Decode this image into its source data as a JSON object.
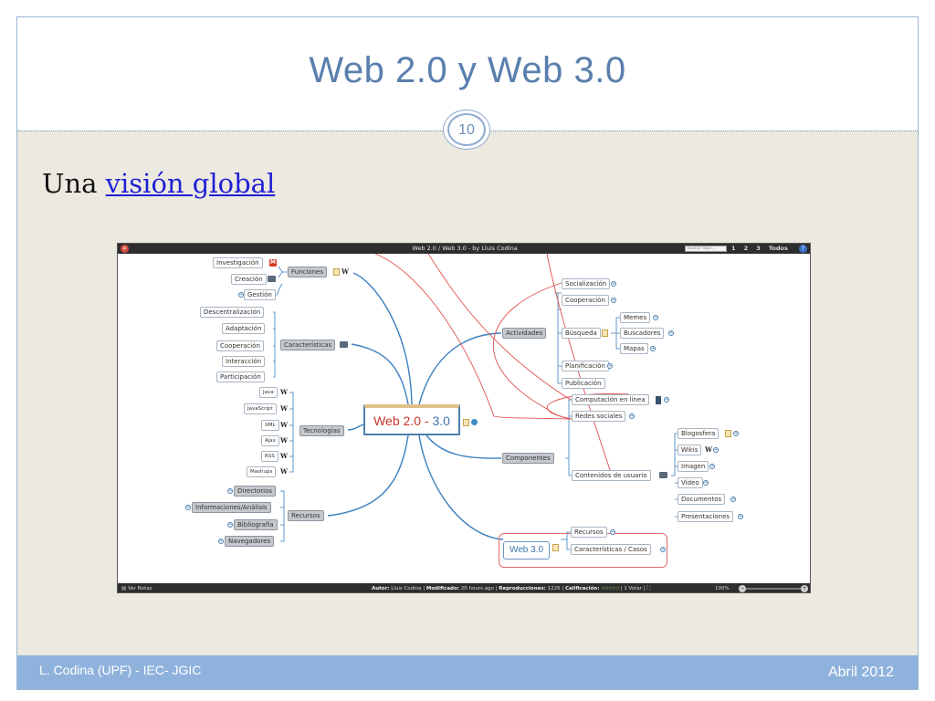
{
  "slide": {
    "title": "Web 2.0 y Web 3.0",
    "page_number": "10",
    "intro_prefix": "Una",
    "intro_link": "visión global",
    "footer_left": "L. Codina (UPF) - IEC- JGIC",
    "footer_right": "Abril 2012"
  },
  "viewer": {
    "title": "Web 2.0 / Web 3.0 - by Lluis Codina",
    "search_placeholder": "Buscar aquí...",
    "nav": [
      "1",
      "2",
      "3",
      "Todos"
    ],
    "notes": "Ver Notas",
    "author_label": "Autor:",
    "author": "Lluis Codina",
    "modified_label": "Modificado:",
    "modified": "20 hours ago",
    "plays_label": "Reproducciones:",
    "plays": "1226",
    "rating_label": "Calificación:",
    "rating_stars": "☆☆☆☆☆",
    "votes": "1 Votar",
    "zoom": "100%"
  },
  "mindmap": {
    "center_left": "Web 2.0",
    "center_sep": " - ",
    "center_right": "3.0",
    "funciones": {
      "label": "Funciones",
      "items": [
        "Investigación",
        "Creación",
        "Gestión"
      ]
    },
    "caracteristicas": {
      "label": "Características",
      "items": [
        "Descentralización",
        "Adaptación",
        "Cooperación",
        "Interacción",
        "Participación"
      ]
    },
    "tecnologias": {
      "label": "Tecnologías",
      "items": [
        "Java",
        "JavaScript",
        "XML",
        "Ajax",
        "RSS",
        "Mashups"
      ]
    },
    "recursos": {
      "label": "Recursos",
      "items": [
        "Directorios",
        "Informaciones/Análisis",
        "Bibliografía",
        "Navegadores"
      ]
    },
    "actividades": {
      "label": "Actividades",
      "items": [
        "Socialización",
        "Cooperación",
        "Búsqueda",
        "Planificación",
        "Publicación"
      ],
      "busqueda_items": [
        "Memes",
        "Buscadores",
        "Mapas"
      ]
    },
    "componentes": {
      "label": "Componentes",
      "items": [
        "Computación en línea",
        "Redes sociales",
        "Contenidos de usuario"
      ],
      "contenidos_items": [
        "Blogosfera",
        "Wikis",
        "Imagen",
        "Video",
        "Documentos",
        "Presentaciones"
      ]
    },
    "web3": {
      "label": "Web 3.0",
      "items": [
        "Recursos",
        "Características / Casos"
      ]
    }
  },
  "colors": {
    "title": "#5a7fae",
    "footer": "#8fb2dc",
    "slide_bg": "#ece9e0",
    "branch": "#3b7fc0",
    "cross_link": "#e05050"
  }
}
